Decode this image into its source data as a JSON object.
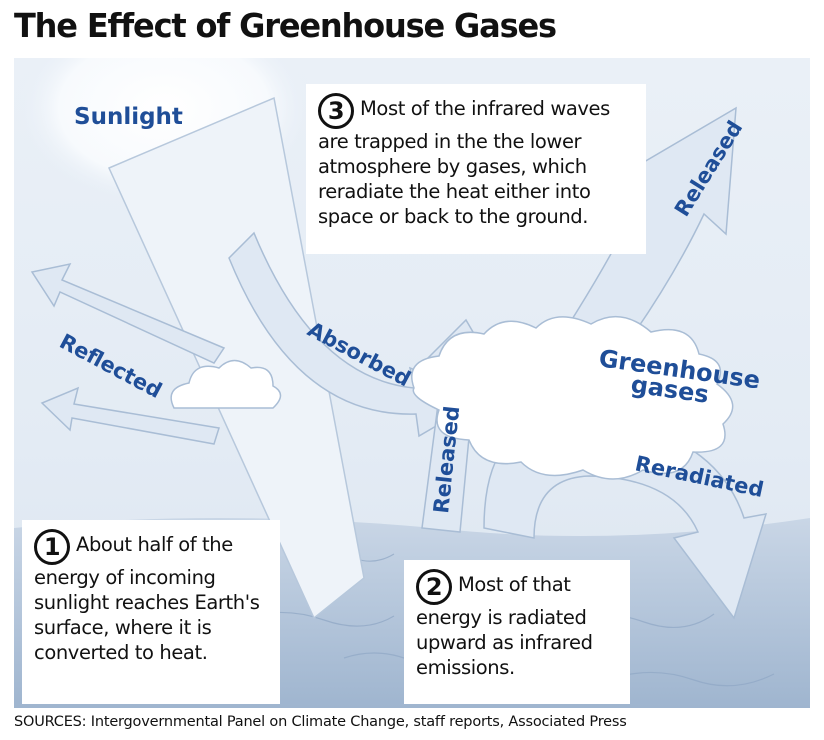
{
  "title": "The Effect of Greenhouse Gases",
  "labels": {
    "sunlight": "Sunlight",
    "reflected": "Reflected",
    "absorbed": "Absorbed",
    "released_upper": "Released",
    "released_lower": "Released",
    "greenhouse_line1": "Greenhouse",
    "greenhouse_line2": "gases",
    "reradiated": "Reradiated"
  },
  "steps": [
    {
      "number": "1",
      "text": "About half of the energy of incoming sunlight reaches Earth's surface, where it is converted to heat."
    },
    {
      "number": "2",
      "text": "Most of that energy is radiated upward as infrared emissions."
    },
    {
      "number": "3",
      "text": "Most of the infrared waves are trapped in the the lower atmosphere by gases, which reradiate the heat either into space or back to the ground."
    }
  ],
  "sources": "SOURCES: Intergovernmental Panel on Climate Change,  staff reports, Associated Press",
  "colors": {
    "label_blue": "#1f4e98",
    "arrow_fill": "#dfe8f3",
    "arrow_edge": "#a9bdd5"
  }
}
